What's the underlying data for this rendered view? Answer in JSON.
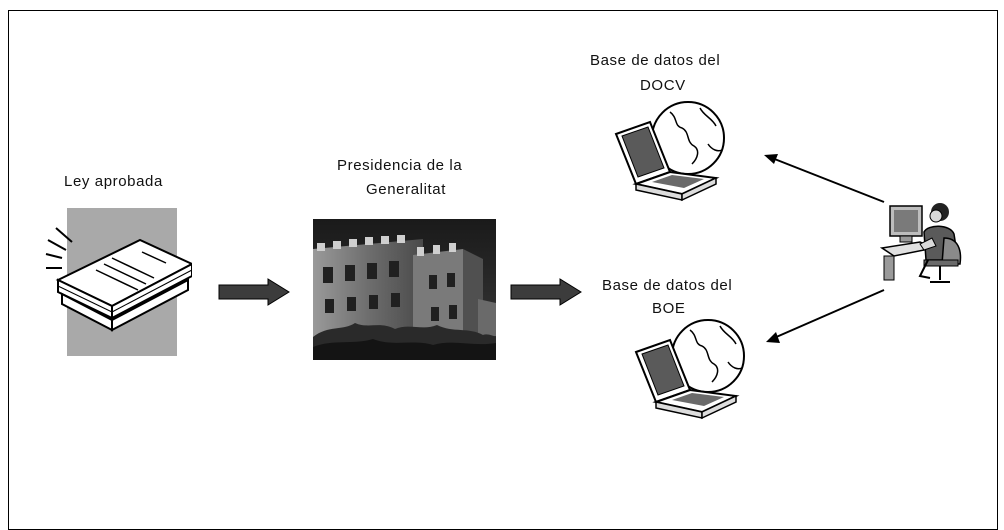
{
  "nodes": {
    "ley": {
      "label": "Ley aprobada",
      "icon": "document-stack-icon"
    },
    "presidencia": {
      "line1": "Presidencia de la",
      "line2": "Generalitat",
      "icon": "building-photo"
    },
    "docv": {
      "line1": "Base de datos del",
      "line2": "DOCV",
      "icon": "laptop-globe-icon"
    },
    "boe": {
      "line1": "Base de datos del",
      "line2": "BOE",
      "icon": "laptop-globe-icon"
    },
    "user": {
      "icon": "user-computer-icon"
    }
  },
  "edges": [
    {
      "from": "ley",
      "to": "presidencia",
      "style": "block-arrow"
    },
    {
      "from": "presidencia",
      "to": "boe",
      "style": "block-arrow"
    },
    {
      "from": "user",
      "to": "docv",
      "style": "thin-arrow"
    },
    {
      "from": "user",
      "to": "boe",
      "style": "thin-arrow"
    }
  ]
}
